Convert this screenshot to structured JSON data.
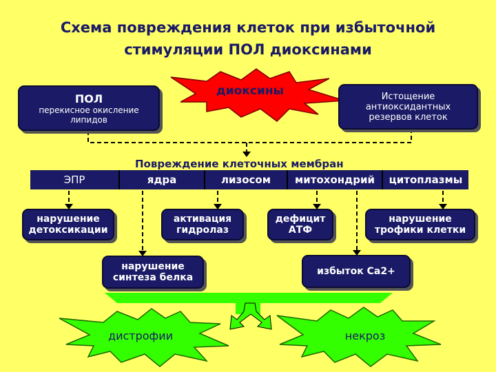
{
  "title": {
    "line1": "Схема повреждения клеток при избыточной",
    "line2": "стимуляции ПОЛ диоксинами"
  },
  "pol_box": {
    "heading": "ПОЛ",
    "line1": "перекисное окисление",
    "line2": "липидов"
  },
  "dioxins": {
    "label": "диоксины"
  },
  "depletion_box": {
    "line1": "Истощение",
    "line2": "антиоксидантных",
    "line3": "резервов клеток"
  },
  "membrane_damage": {
    "heading": "Повреждение клеточных мембран",
    "cells": [
      "ЭПР",
      "ядра",
      "лизосом",
      "митохондрий",
      "цитоплазмы"
    ]
  },
  "effects": {
    "detox": {
      "line1": "нарушение",
      "line2": "детоксикации"
    },
    "hydrolases": {
      "line1": "активация",
      "line2": "гидролаз"
    },
    "atp": {
      "line1": "дефицит",
      "line2": "АТФ"
    },
    "trophic": {
      "line1": "нарушение",
      "line2": "трофики клетки"
    },
    "protein": {
      "line1": "нарушение",
      "line2": "синтеза белка"
    },
    "calcium": {
      "label": "избыток Ca2+"
    }
  },
  "outcomes": {
    "dystrophy": "дистрофии",
    "necrosis": "некроз"
  },
  "colors": {
    "background": "#ffff66",
    "box": "#1a1a66",
    "dioxin_star": "#ff0000",
    "outcome_star": "#33ff00"
  }
}
